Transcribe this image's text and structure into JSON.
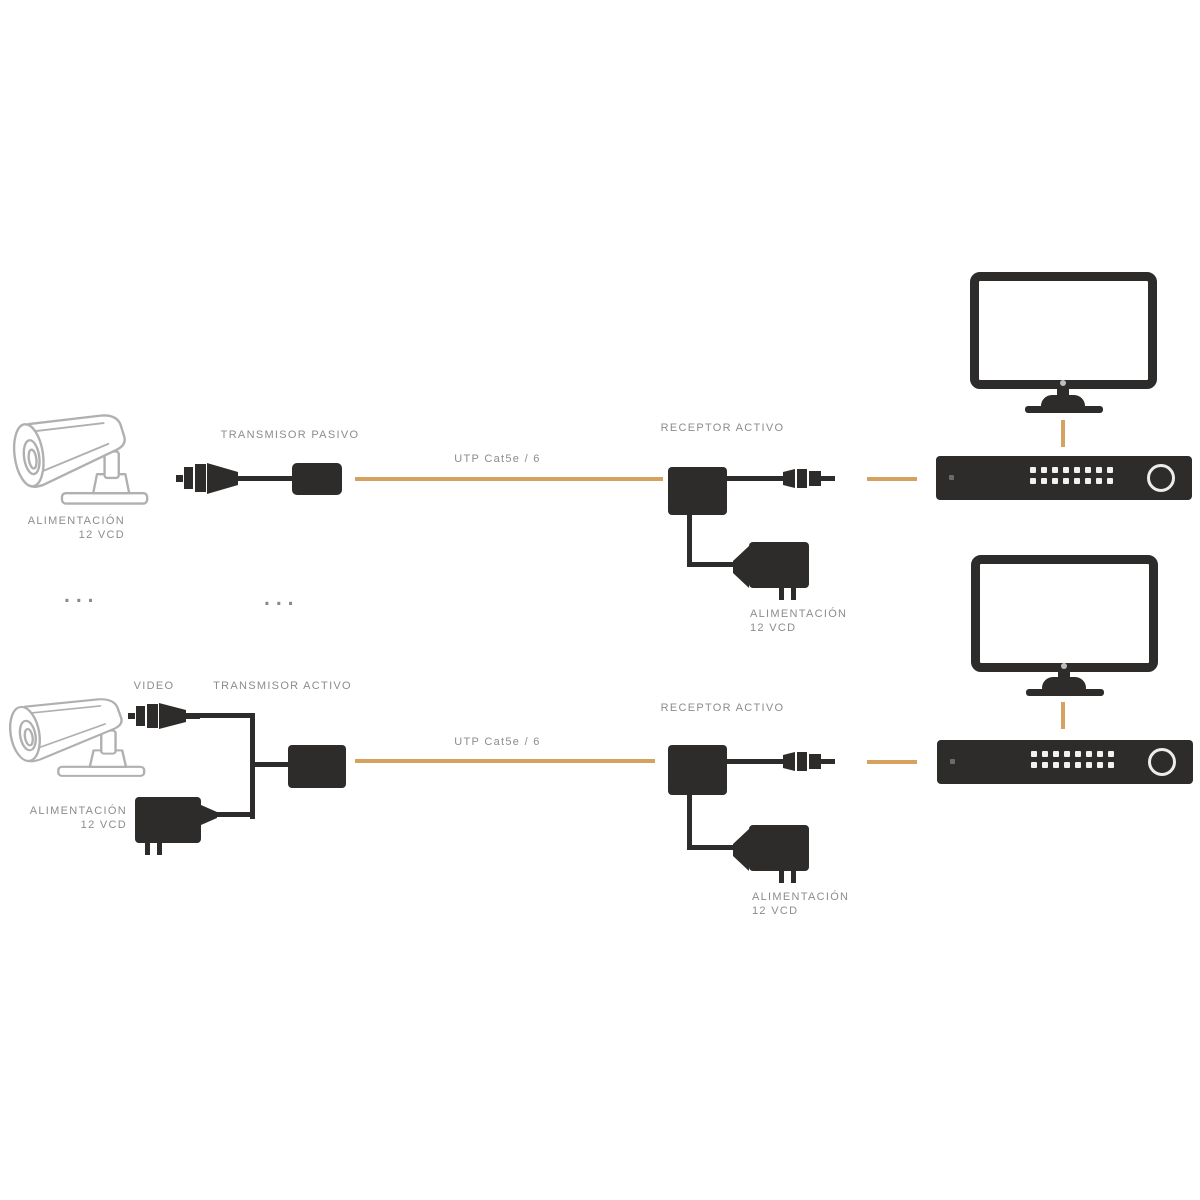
{
  "colors": {
    "utp_line": "#D6A260",
    "device_dark": "#2D2C2A",
    "label_gray": "#8C8C8C",
    "camera_outline": "#B0B0B0"
  },
  "icons": {
    "camera": "bullet-cctv-camera",
    "balun": "video-balun-box",
    "bnc": "bnc-connector",
    "power_adapter": "wall-plug-power-adapter",
    "dvr": "dvr-recorder",
    "monitor": "monitor"
  },
  "top_chain": {
    "camera_power": {
      "line1": "ALIMENTACIÓN",
      "line2": "12 VCD"
    },
    "transmitter_label": "TRANSMISOR PASIVO",
    "utp_label": "UTP Cat5e / 6",
    "receiver_label": "RECEPTOR ACTIVO",
    "receiver_power": {
      "line1": "ALIMENTACIÓN",
      "line2": "12 VCD"
    }
  },
  "separator": {
    "ellipsis_left": "...",
    "ellipsis_right": "..."
  },
  "bottom_chain": {
    "video_label": "VIDEO",
    "transmitter_label": "TRANSMISOR ACTIVO",
    "camera_power": {
      "line1": "ALIMENTACIÓN",
      "line2": "12 VCD"
    },
    "utp_label": "UTP Cat5e / 6",
    "receiver_label": "RECEPTOR ACTIVO",
    "receiver_power": {
      "line1": "ALIMENTACIÓN",
      "line2": "12 VCD"
    }
  }
}
